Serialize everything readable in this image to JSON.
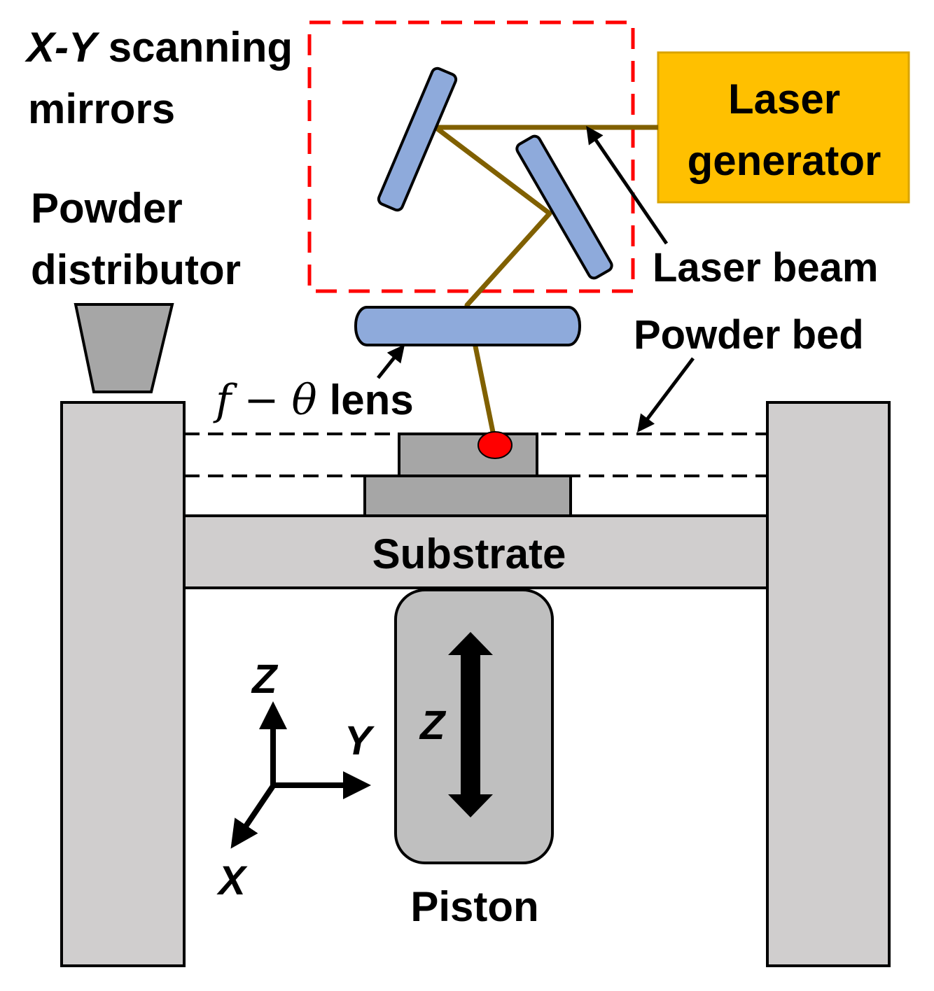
{
  "labels": {
    "xy_mirrors_line1_italic": "X-Y",
    "xy_mirrors_line1_rest": " scanning",
    "xy_mirrors_line2": "mirrors",
    "laser_generator_line1": "Laser",
    "laser_generator_line2": "generator",
    "laser_beam": "Laser beam",
    "powder_distributor_line1": "Powder",
    "powder_distributor_line2": "distributor",
    "powder_bed": "Powder bed",
    "ftheta_f": "f",
    "ftheta_minus": "−",
    "ftheta_theta": "θ",
    "ftheta_lens": "lens",
    "substrate": "Substrate",
    "piston": "Piston",
    "piston_axis": "Z"
  },
  "axes": {
    "z": "Z",
    "y": "Y",
    "x": "X"
  },
  "colors": {
    "mirror_fill": "#8eaadb",
    "laser_box_fill": "#ffc000",
    "laser_box_stroke": "#d9a300",
    "beam": "#806000",
    "scan_box_dash": "#ff0000",
    "melt_spot": "#ff0000",
    "structure_fill": "#d0cece",
    "part_fill": "#a6a6a6",
    "piston_fill": "#bfbfbf",
    "hopper_fill": "#a6a6a6"
  }
}
